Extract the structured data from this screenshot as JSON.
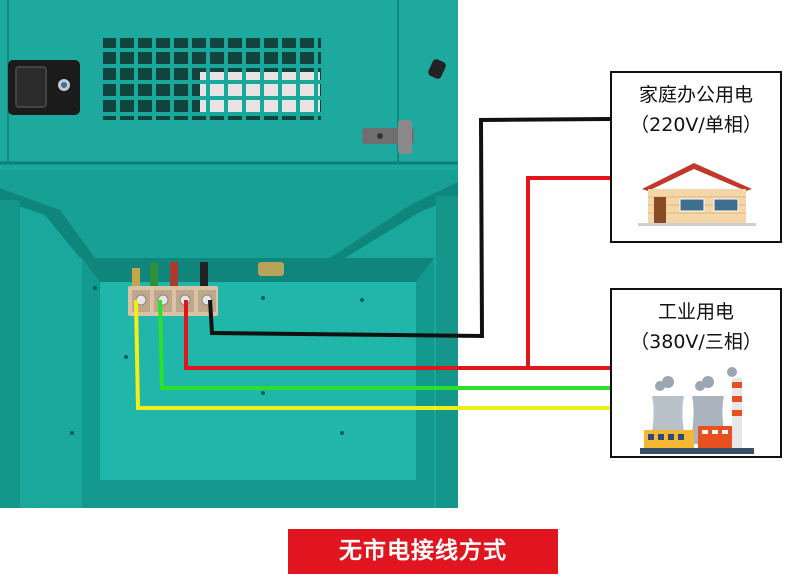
{
  "home_card": {
    "title": "家庭办公用电",
    "spec": "（220V/单相）",
    "icon": "house-icon"
  },
  "industry_card": {
    "title": "工业用电",
    "spec": "（380V/三相）",
    "icon": "factory-icon"
  },
  "caption": "无市电接线方式",
  "colors": {
    "cabinet": "#1aa89c",
    "cabinet_dark": "#0f8a80",
    "wire_black": "#111111",
    "wire_red": "#e3141b",
    "wire_green": "#2be02b",
    "wire_yellow": "#f2ee1a",
    "caption_bg": "#e0151f"
  }
}
